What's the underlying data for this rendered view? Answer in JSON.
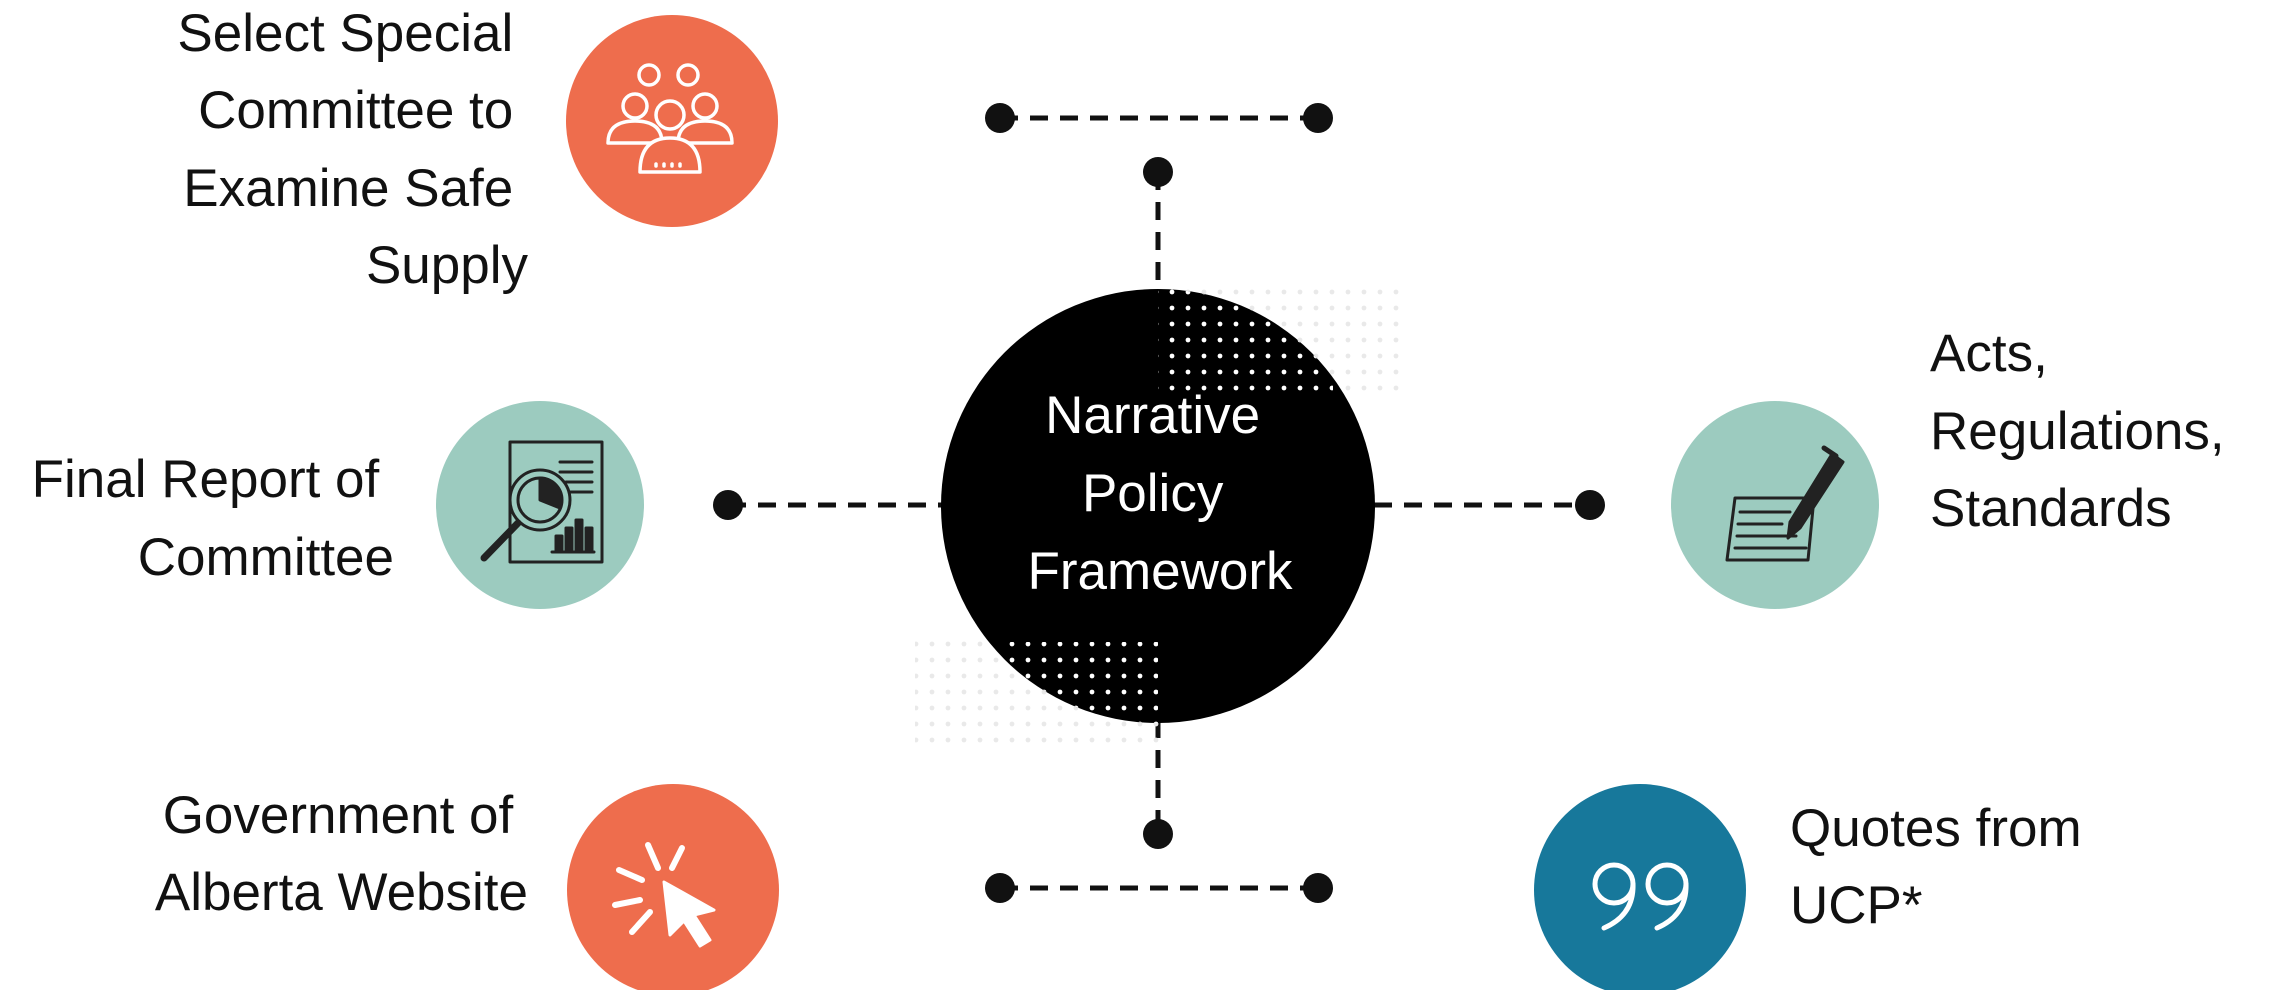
{
  "center": {
    "label_lines": [
      "Narrative",
      "Policy",
      "Framework"
    ],
    "fill": "#000000",
    "text_color": "#ffffff"
  },
  "sources": [
    {
      "id": "committee",
      "label_lines": [
        "Select Special",
        "Committee to",
        "Examine Safe",
        "Supply"
      ],
      "icon": "people-group-icon",
      "color": "#ee6d4d"
    },
    {
      "id": "final-report",
      "label_lines": [
        "Final Report of",
        "Committee"
      ],
      "icon": "report-magnifier-icon",
      "color": "#9ccbbf"
    },
    {
      "id": "gov-website",
      "label_lines": [
        "Government of",
        "Alberta Website"
      ],
      "icon": "cursor-click-icon",
      "color": "#ee6d4d"
    },
    {
      "id": "acts",
      "label_lines": [
        "Acts,",
        "Regulations,",
        "Standards"
      ],
      "icon": "pen-document-icon",
      "color": "#9ccbbf"
    },
    {
      "id": "quotes",
      "label_lines": [
        "Quotes from",
        "UCP*"
      ],
      "icon": "quote-marks-icon",
      "color": "#17789b"
    }
  ]
}
